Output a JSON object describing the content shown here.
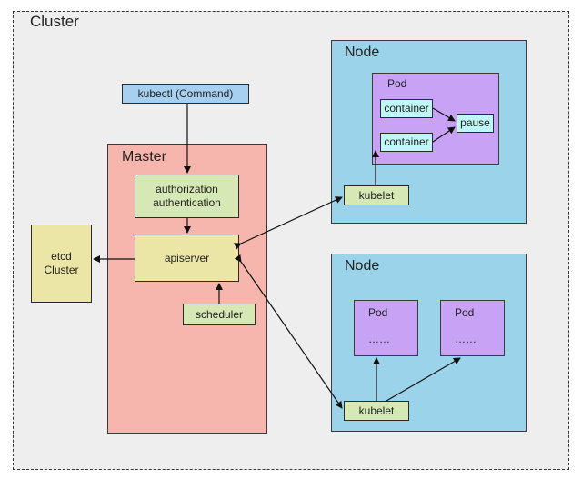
{
  "cluster": {
    "title": "Cluster"
  },
  "kubectl": {
    "label": "kubectl (Command)"
  },
  "master": {
    "title": "Master",
    "auth": {
      "line1": "authorization",
      "line2": "authentication"
    },
    "apiserver": "apiserver",
    "scheduler": "scheduler"
  },
  "etcd": {
    "line1": "etcd",
    "line2": "Cluster"
  },
  "node1": {
    "title": "Node",
    "pod": {
      "title": "Pod",
      "container1": "container",
      "container2": "container",
      "pause": "pause"
    },
    "kubelet": "kubelet"
  },
  "node2": {
    "title": "Node",
    "pod1": {
      "title": "Pod",
      "dots": "……"
    },
    "pod2": {
      "title": "Pod",
      "dots": "……"
    },
    "kubelet": "kubelet"
  },
  "colors": {
    "cluster_bg": "#eeeeee",
    "master_bg": "#f7b6ad",
    "node_bg": "#9ad3ea",
    "pod_bg": "#c8a3f5",
    "container_bg": "#bff6f6",
    "component_bg": "#d5e8b5",
    "store_bg": "#ece6a6",
    "command_bg": "#a6cff0"
  }
}
